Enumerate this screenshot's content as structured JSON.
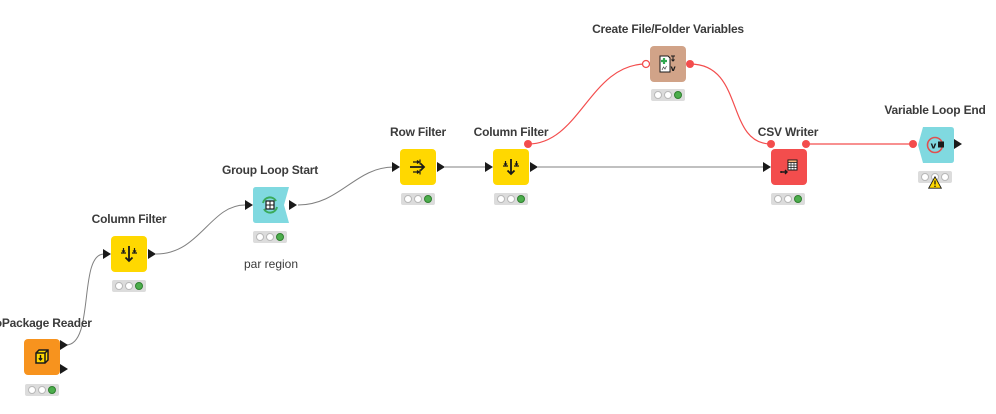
{
  "workflow": {
    "colors": {
      "connection_data": "#808080",
      "connection_flowvar": "#f34d4d",
      "source_node": "#f7931e",
      "manipulator_node": "#ffd800",
      "loop_node": "#80d9e0",
      "flowvar_node": "#d1a388",
      "sink_node": "#f34d4d",
      "status_green": "#4cae4c",
      "status_warning": "#ffd800"
    },
    "nodes": [
      {
        "id": "geopackage-reader",
        "label": "eoPackage Reader",
        "full_label": "GeoPackage Reader",
        "type": "source",
        "icon": "geopackage-reader-icon",
        "status": "executed",
        "annotation": ""
      },
      {
        "id": "column-filter-1",
        "label": "Column Filter",
        "type": "manipulator",
        "icon": "column-filter-icon",
        "status": "executed",
        "annotation": ""
      },
      {
        "id": "group-loop-start",
        "label": "Group Loop Start",
        "type": "loop-start",
        "icon": "group-loop-icon",
        "status": "executed",
        "annotation": "par region"
      },
      {
        "id": "row-filter",
        "label": "Row Filter",
        "type": "manipulator",
        "icon": "row-filter-icon",
        "status": "executed",
        "annotation": ""
      },
      {
        "id": "column-filter-2",
        "label": "Column Filter",
        "type": "manipulator",
        "icon": "column-filter-icon",
        "status": "executed",
        "annotation": ""
      },
      {
        "id": "create-file-folder-variables",
        "label": "Create File/Folder Variables",
        "type": "flowvar",
        "icon": "create-file-variable-icon",
        "status": "executed",
        "annotation": ""
      },
      {
        "id": "csv-writer",
        "label": "CSV Writer",
        "type": "sink",
        "icon": "csv-writer-icon",
        "status": "executed",
        "annotation": ""
      },
      {
        "id": "variable-loop-end",
        "label": "Variable Loop End",
        "type": "loop-end",
        "icon": "variable-loop-end-icon",
        "status": "warning",
        "annotation": ""
      }
    ],
    "connections": [
      {
        "from": "geopackage-reader",
        "to": "column-filter-1",
        "kind": "data"
      },
      {
        "from": "column-filter-1",
        "to": "group-loop-start",
        "kind": "data"
      },
      {
        "from": "group-loop-start",
        "to": "row-filter",
        "kind": "data"
      },
      {
        "from": "row-filter",
        "to": "column-filter-2",
        "kind": "data"
      },
      {
        "from": "column-filter-2",
        "to": "csv-writer",
        "kind": "data"
      },
      {
        "from": "column-filter-2",
        "to": "create-file-folder-variables",
        "kind": "flow-variable"
      },
      {
        "from": "create-file-folder-variables",
        "to": "csv-writer",
        "kind": "flow-variable"
      },
      {
        "from": "csv-writer",
        "to": "variable-loop-end",
        "kind": "flow-variable"
      }
    ]
  }
}
